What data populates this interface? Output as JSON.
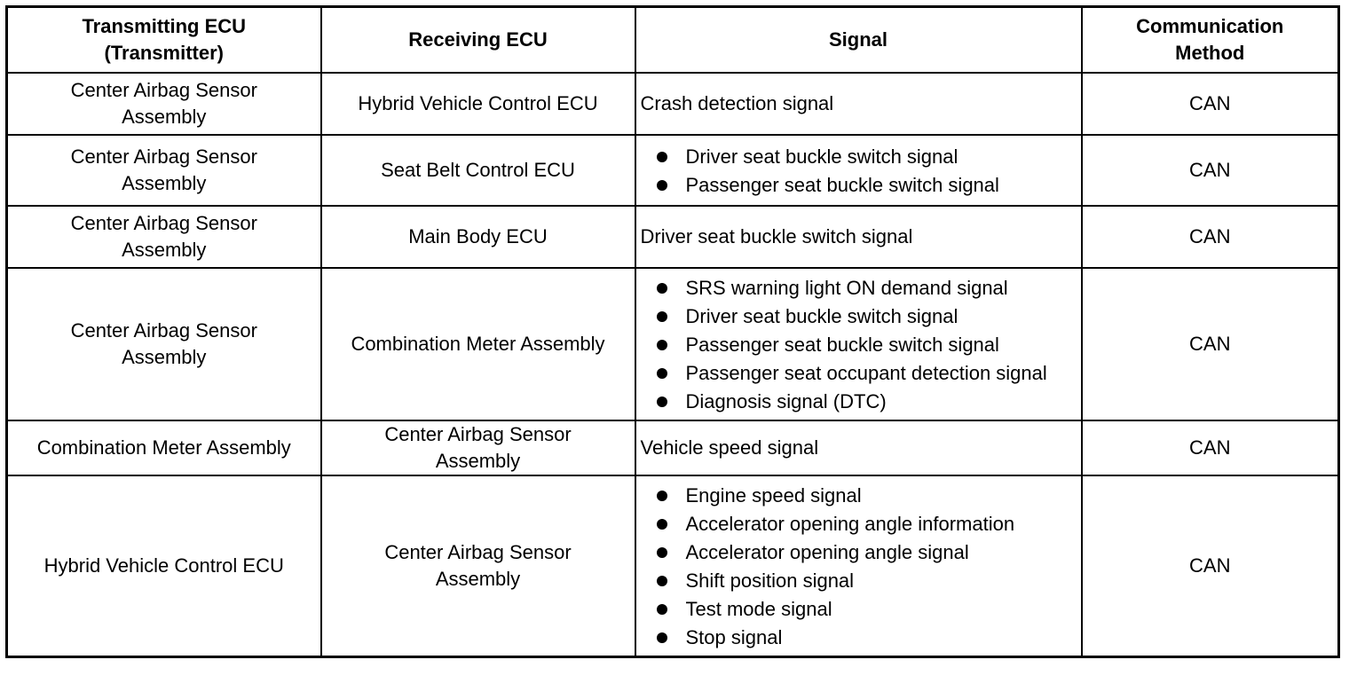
{
  "table": {
    "headers": [
      "Transmitting ECU\n(Transmitter)",
      "Receiving ECU",
      "Signal",
      "Communication\nMethod"
    ],
    "rows": [
      {
        "transmitter": "Center Airbag Sensor\nAssembly",
        "receiver": "Hybrid Vehicle Control ECU",
        "signal_text": "Crash detection signal",
        "signals": [],
        "method": "CAN"
      },
      {
        "transmitter": "Center Airbag Sensor\nAssembly",
        "receiver": "Seat Belt Control ECU",
        "signal_text": "",
        "signals": [
          "Driver seat buckle switch signal",
          "Passenger seat buckle switch signal"
        ],
        "method": "CAN"
      },
      {
        "transmitter": "Center Airbag Sensor\nAssembly",
        "receiver": "Main Body ECU",
        "signal_text": "Driver seat buckle switch signal",
        "signals": [],
        "method": "CAN"
      },
      {
        "transmitter": "Center Airbag Sensor\nAssembly",
        "receiver": "Combination Meter Assembly",
        "signal_text": "",
        "signals": [
          "SRS warning light ON demand signal",
          "Driver seat buckle switch signal",
          "Passenger seat buckle switch signal",
          "Passenger seat occupant detection signal",
          "Diagnosis signal (DTC)"
        ],
        "method": "CAN"
      },
      {
        "transmitter": "Combination Meter Assembly",
        "receiver": "Center Airbag Sensor\nAssembly",
        "signal_text": "Vehicle speed signal",
        "signals": [],
        "method": "CAN"
      },
      {
        "transmitter": "Hybrid Vehicle Control ECU",
        "receiver": "Center Airbag Sensor\nAssembly",
        "signal_text": "",
        "signals": [
          "Engine speed signal",
          "Accelerator opening angle information",
          "Accelerator opening angle signal",
          "Shift position signal",
          "Test mode signal",
          "Stop signal"
        ],
        "method": "CAN"
      }
    ]
  }
}
